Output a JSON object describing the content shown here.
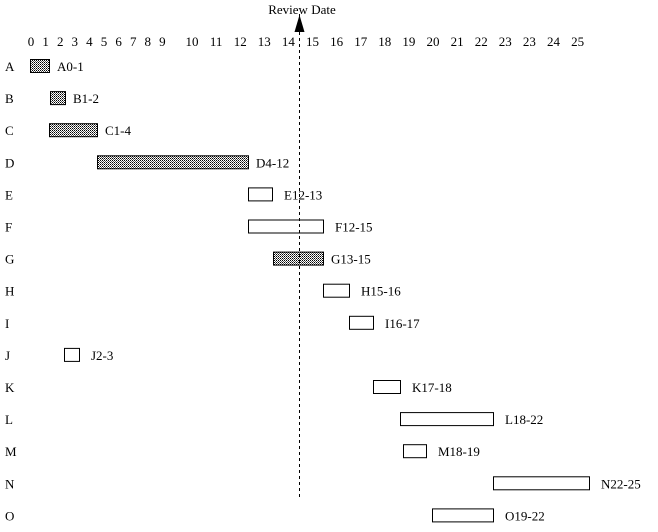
{
  "chart_data": {
    "type": "gantt",
    "title": "",
    "annotation": "Review Date",
    "review_value": 14.5,
    "tick_labels": [
      "0",
      "1",
      "2",
      "3",
      "4",
      "5",
      "6",
      "7",
      "8",
      "9",
      "10",
      "11",
      "12",
      "13",
      "14",
      "15",
      "16",
      "17",
      "18",
      "19",
      "20",
      "21",
      "22",
      "23",
      "23",
      "24",
      "25"
    ],
    "xlim": [
      0,
      25
    ],
    "grid": false,
    "colors": {
      "shaded_fill": "#b0b0b0",
      "outline": "#000000",
      "plain_fill": "#ffffff"
    },
    "tasks": [
      {
        "row": "A",
        "label": "A0-1",
        "start": 0,
        "end": 1,
        "shaded": true
      },
      {
        "row": "B",
        "label": "B1-2",
        "start": 1,
        "end": 2,
        "shaded": true
      },
      {
        "row": "C",
        "label": "C1-4",
        "start": 1,
        "end": 4,
        "shaded": true
      },
      {
        "row": "D",
        "label": "D4-12",
        "start": 4,
        "end": 12,
        "shaded": true
      },
      {
        "row": "E",
        "label": "E12-13",
        "start": 12,
        "end": 13,
        "shaded": false
      },
      {
        "row": "F",
        "label": "F12-15",
        "start": 12,
        "end": 15,
        "shaded": false
      },
      {
        "row": "G",
        "label": "G13-15",
        "start": 13,
        "end": 15,
        "shaded": true
      },
      {
        "row": "H",
        "label": "H15-16",
        "start": 15,
        "end": 16,
        "shaded": false
      },
      {
        "row": "I",
        "label": "I16-17",
        "start": 16,
        "end": 17,
        "shaded": false
      },
      {
        "row": "J",
        "label": "J2-3",
        "start": 2,
        "end": 3,
        "shaded": false
      },
      {
        "row": "K",
        "label": "K17-18",
        "start": 17,
        "end": 18,
        "shaded": false
      },
      {
        "row": "L",
        "label": "L18-22",
        "start": 18,
        "end": 22,
        "shaded": false
      },
      {
        "row": "M",
        "label": "M18-19",
        "start": 18,
        "end": 19,
        "shaded": false
      },
      {
        "row": "N",
        "label": "N22-25",
        "start": 22,
        "end": 25,
        "shaded": false
      },
      {
        "row": "O",
        "label": "O19-22",
        "start": 19,
        "end": 22,
        "shaded": false
      }
    ]
  }
}
